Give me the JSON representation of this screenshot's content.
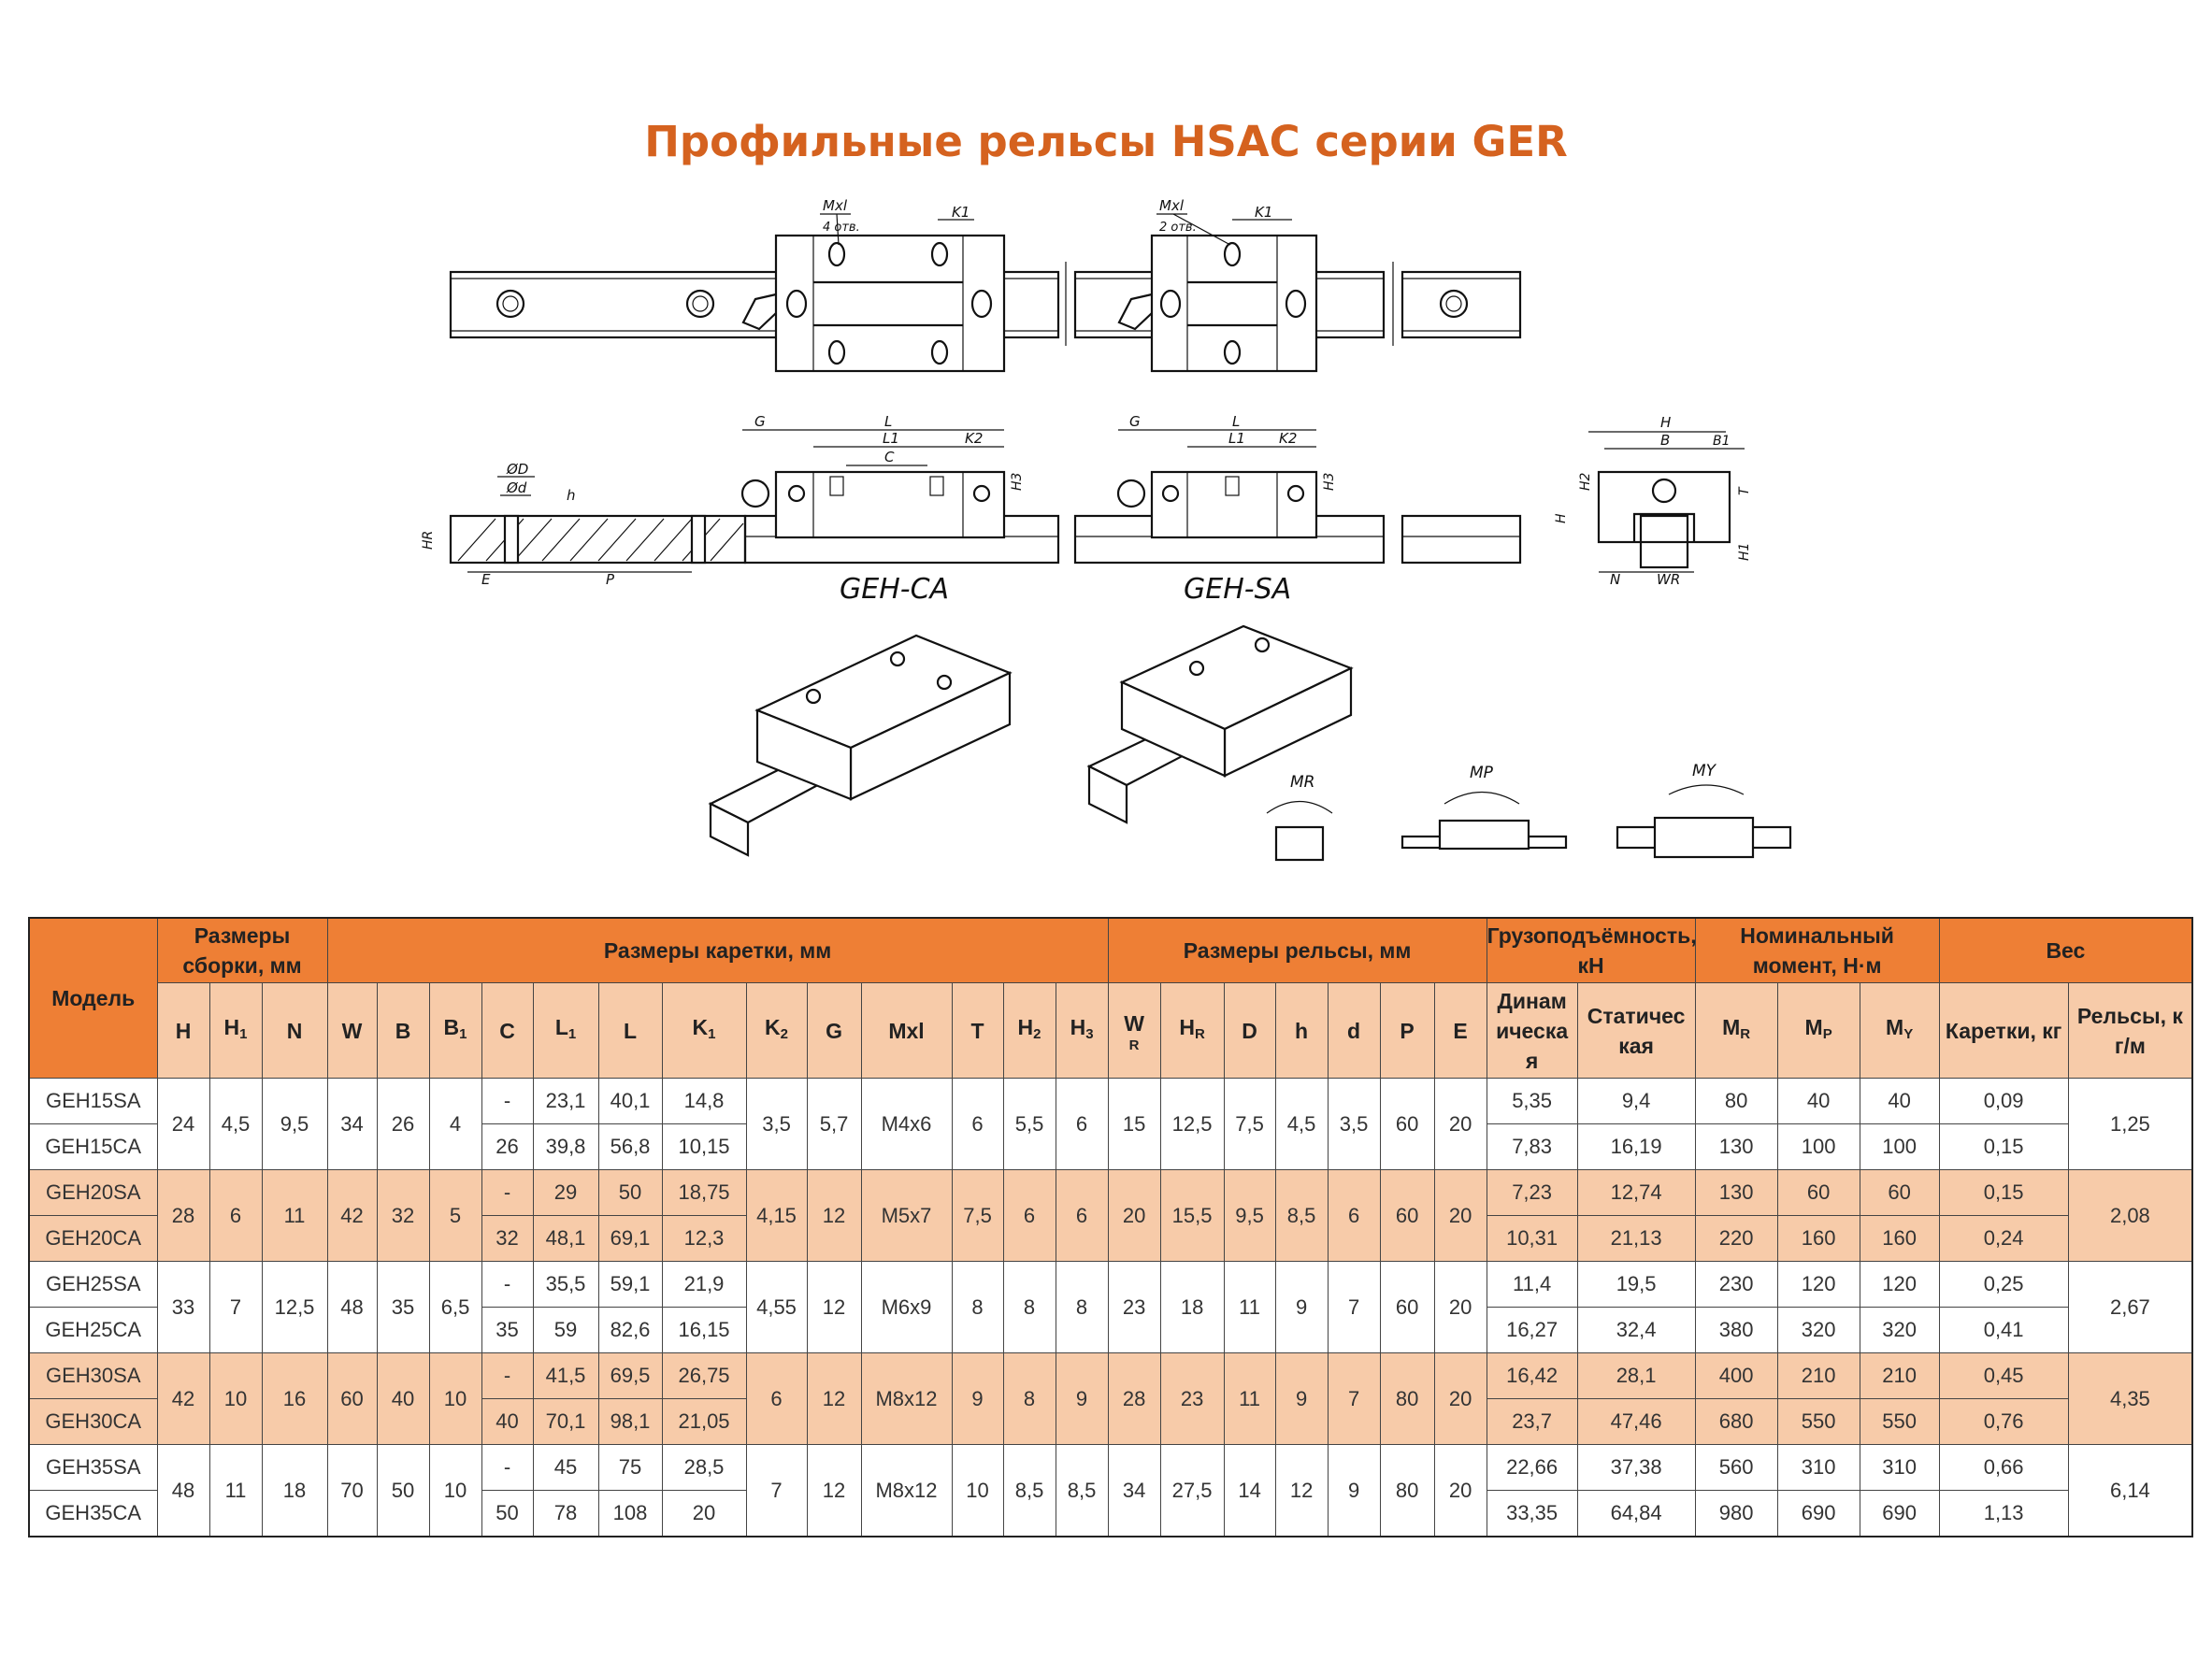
{
  "title": "Профильные рельсы HSAC серии GER",
  "drawing_labels": {
    "mxl": "Mxl",
    "holes4": "4 отв.",
    "holes2": "2 отв.",
    "k1": "K1",
    "g": "G",
    "l": "L",
    "l1": "L1",
    "c": "C",
    "k2": "K2",
    "h3": "H3",
    "od_big": "ØD",
    "od_small": "Ød",
    "h_small": "h",
    "hr": "HR",
    "e": "E",
    "p": "P",
    "view_ca": "GEH-CA",
    "view_sa": "GEH-SA",
    "h": "H",
    "b": "B",
    "b1": "B1",
    "h2": "H2",
    "t": "T",
    "h1": "H1",
    "n": "N",
    "wr": "WR",
    "mr": "MR",
    "mp": "MP",
    "my": "MY"
  },
  "table": {
    "groups": [
      {
        "label": "Модель"
      },
      {
        "label": "Размеры сборки, мм"
      },
      {
        "label": "Размеры каретки, мм"
      },
      {
        "label": "Размеры рельсы, мм"
      },
      {
        "label": "Грузоподъёмность, кН"
      },
      {
        "label": "Номинальный момент, Н·м"
      },
      {
        "label": "Вес"
      }
    ],
    "columns": [
      {
        "main": "H",
        "sub": ""
      },
      {
        "main": "H",
        "sub": "1"
      },
      {
        "main": "N",
        "sub": ""
      },
      {
        "main": "W",
        "sub": ""
      },
      {
        "main": "B",
        "sub": ""
      },
      {
        "main": "B",
        "sub": "1"
      },
      {
        "main": "C",
        "sub": ""
      },
      {
        "main": "L",
        "sub": "1"
      },
      {
        "main": "L",
        "sub": ""
      },
      {
        "main": "K",
        "sub": "1"
      },
      {
        "main": "K",
        "sub": "2"
      },
      {
        "main": "G",
        "sub": ""
      },
      {
        "main": "Mxl",
        "sub": ""
      },
      {
        "main": "T",
        "sub": ""
      },
      {
        "main": "H",
        "sub": "2"
      },
      {
        "main": "H",
        "sub": "3"
      },
      {
        "main": "W",
        "sub": "R",
        "below": true
      },
      {
        "main": "H",
        "sub": "R"
      },
      {
        "main": "D",
        "sub": ""
      },
      {
        "main": "h",
        "sub": ""
      },
      {
        "main": "d",
        "sub": ""
      },
      {
        "main": "P",
        "sub": ""
      },
      {
        "main": "E",
        "sub": ""
      },
      {
        "main": "Динамическая",
        "sub": ""
      },
      {
        "main": "Статическая",
        "sub": ""
      },
      {
        "main": "M",
        "sub": "R"
      },
      {
        "main": "M",
        "sub": "P"
      },
      {
        "main": "M",
        "sub": "Y"
      },
      {
        "main": "Каретки, кг",
        "sub": ""
      },
      {
        "main": "Рельсы, кг/м",
        "sub": ""
      }
    ],
    "sizes": [
      {
        "shared": {
          "H": "24",
          "H1": "4,5",
          "N": "9,5",
          "W": "34",
          "B": "26",
          "B1": "4",
          "K2": "3,5",
          "G": "5,7",
          "Mxl": "M4x6",
          "T": "6",
          "H2": "5,5",
          "H3": "6",
          "WR": "15",
          "HR": "12,5",
          "D": "7,5",
          "h": "4,5",
          "d": "3,5",
          "P": "60",
          "E": "20",
          "rail": "1,25"
        },
        "models": [
          {
            "model": "GEH15SA",
            "C": "-",
            "L1": "23,1",
            "L": "40,1",
            "K1": "14,8",
            "dyn": "5,35",
            "stat": "9,4",
            "MR": "80",
            "MP": "40",
            "MY": "40",
            "carriage": "0,09"
          },
          {
            "model": "GEH15CA",
            "C": "26",
            "L1": "39,8",
            "L": "56,8",
            "K1": "10,15",
            "dyn": "7,83",
            "stat": "16,19",
            "MR": "130",
            "MP": "100",
            "MY": "100",
            "carriage": "0,15"
          }
        ]
      },
      {
        "shared": {
          "H": "28",
          "H1": "6",
          "N": "11",
          "W": "42",
          "B": "32",
          "B1": "5",
          "K2": "4,15",
          "G": "12",
          "Mxl": "M5x7",
          "T": "7,5",
          "H2": "6",
          "H3": "6",
          "WR": "20",
          "HR": "15,5",
          "D": "9,5",
          "h": "8,5",
          "d": "6",
          "P": "60",
          "E": "20",
          "rail": "2,08"
        },
        "models": [
          {
            "model": "GEH20SA",
            "C": "-",
            "L1": "29",
            "L": "50",
            "K1": "18,75",
            "dyn": "7,23",
            "stat": "12,74",
            "MR": "130",
            "MP": "60",
            "MY": "60",
            "carriage": "0,15"
          },
          {
            "model": "GEH20CA",
            "C": "32",
            "L1": "48,1",
            "L": "69,1",
            "K1": "12,3",
            "dyn": "10,31",
            "stat": "21,13",
            "MR": "220",
            "MP": "160",
            "MY": "160",
            "carriage": "0,24"
          }
        ]
      },
      {
        "shared": {
          "H": "33",
          "H1": "7",
          "N": "12,5",
          "W": "48",
          "B": "35",
          "B1": "6,5",
          "K2": "4,55",
          "G": "12",
          "Mxl": "M6x9",
          "T": "8",
          "H2": "8",
          "H3": "8",
          "WR": "23",
          "HR": "18",
          "D": "11",
          "h": "9",
          "d": "7",
          "P": "60",
          "E": "20",
          "rail": "2,67"
        },
        "models": [
          {
            "model": "GEH25SA",
            "C": "-",
            "L1": "35,5",
            "L": "59,1",
            "K1": "21,9",
            "dyn": "11,4",
            "stat": "19,5",
            "MR": "230",
            "MP": "120",
            "MY": "120",
            "carriage": "0,25"
          },
          {
            "model": "GEH25CA",
            "C": "35",
            "L1": "59",
            "L": "82,6",
            "K1": "16,15",
            "dyn": "16,27",
            "stat": "32,4",
            "MR": "380",
            "MP": "320",
            "MY": "320",
            "carriage": "0,41"
          }
        ]
      },
      {
        "shared": {
          "H": "42",
          "H1": "10",
          "N": "16",
          "W": "60",
          "B": "40",
          "B1": "10",
          "K2": "6",
          "G": "12",
          "Mxl": "M8x12",
          "T": "9",
          "H2": "8",
          "H3": "9",
          "WR": "28",
          "HR": "23",
          "D": "11",
          "h": "9",
          "d": "7",
          "P": "80",
          "E": "20",
          "rail": "4,35"
        },
        "models": [
          {
            "model": "GEH30SA",
            "C": "-",
            "L1": "41,5",
            "L": "69,5",
            "K1": "26,75",
            "dyn": "16,42",
            "stat": "28,1",
            "MR": "400",
            "MP": "210",
            "MY": "210",
            "carriage": "0,45"
          },
          {
            "model": "GEH30CA",
            "C": "40",
            "L1": "70,1",
            "L": "98,1",
            "K1": "21,05",
            "dyn": "23,7",
            "stat": "47,46",
            "MR": "680",
            "MP": "550",
            "MY": "550",
            "carriage": "0,76"
          }
        ]
      },
      {
        "shared": {
          "H": "48",
          "H1": "11",
          "N": "18",
          "W": "70",
          "B": "50",
          "B1": "10",
          "K2": "7",
          "G": "12",
          "Mxl": "M8x12",
          "T": "10",
          "H2": "8,5",
          "H3": "8,5",
          "WR": "34",
          "HR": "27,5",
          "D": "14",
          "h": "12",
          "d": "9",
          "P": "80",
          "E": "20",
          "rail": "6,14"
        },
        "models": [
          {
            "model": "GEH35SA",
            "C": "-",
            "L1": "45",
            "L": "75",
            "K1": "28,5",
            "dyn": "22,66",
            "stat": "37,38",
            "MR": "560",
            "MP": "310",
            "MY": "310",
            "carriage": "0,66"
          },
          {
            "model": "GEH35CA",
            "C": "50",
            "L1": "78",
            "L": "108",
            "K1": "20",
            "dyn": "33,35",
            "stat": "64,84",
            "MR": "980",
            "MP": "690",
            "MY": "690",
            "carriage": "1,13"
          }
        ]
      }
    ]
  },
  "colors": {
    "accent": "#EE7F35",
    "light": "#F7CBA9",
    "title": "#D5621F"
  }
}
